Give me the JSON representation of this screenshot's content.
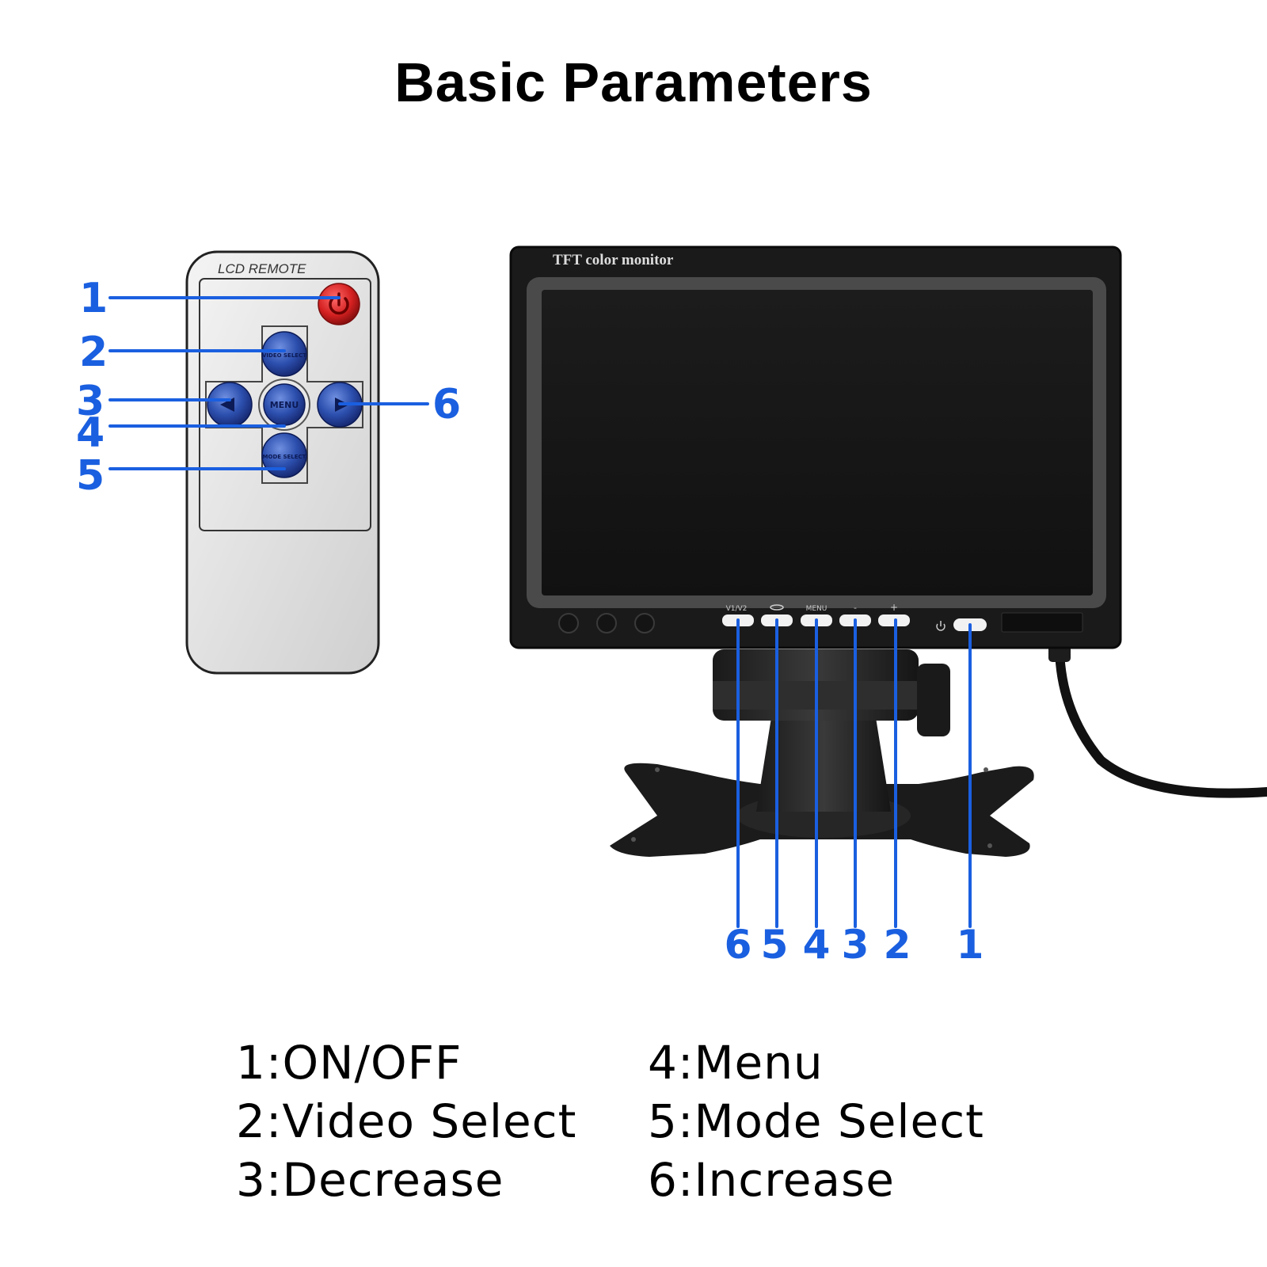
{
  "title": "Basic Parameters",
  "remote": {
    "brand_label": "LCD REMOTE",
    "menu_button_label": "MENU",
    "video_select_button_label": "VIDEO SELECT",
    "mode_select_button_label": "MODE SELECT",
    "callouts": [
      "1",
      "2",
      "3",
      "4",
      "5",
      "6"
    ]
  },
  "monitor": {
    "brand_label": "TFT color monitor",
    "button_labels": [
      "V1/V2",
      "MENU",
      "-",
      "+"
    ],
    "callouts": [
      "6",
      "5",
      "4",
      "3",
      "2",
      "1"
    ]
  },
  "legend": {
    "left": [
      "1:ON/OFF",
      "2:Video Select",
      "3:Decrease"
    ],
    "right": [
      "4:Menu",
      "5:Mode Select",
      "6:Increase"
    ]
  },
  "colors": {
    "callout_blue": "#1a5fe0",
    "power_red": "#d42020",
    "button_blue": "#2c4fae"
  }
}
